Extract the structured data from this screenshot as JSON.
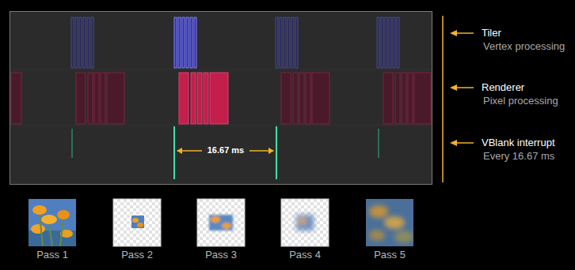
{
  "diagram": {
    "labels": [
      "Tiler",
      "Vertex processing",
      "Renderer",
      "Pixel processing",
      "VBlank interrupt",
      "Every 16.67 ms",
      "16.67 ms",
      "Pass 1",
      "Pass 2",
      "Pass 3",
      "Pass 4",
      "Pass 5"
    ]
  }
}
